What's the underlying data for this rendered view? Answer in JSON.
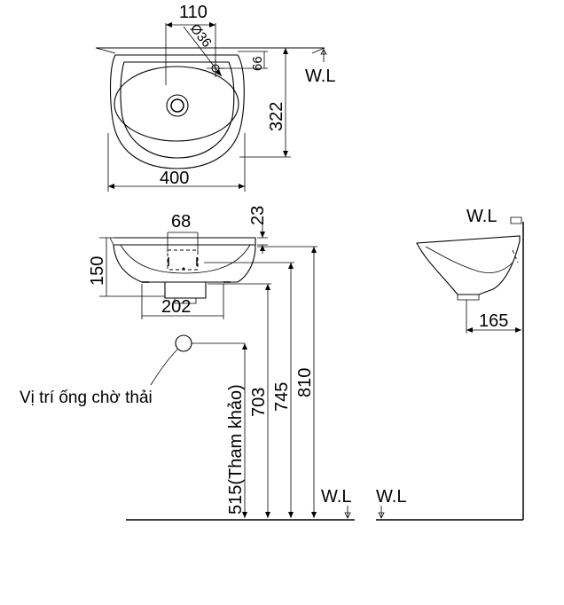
{
  "top_view": {
    "dim_tap_offset": "110",
    "dim_tap_hole": "Ø36",
    "dim_tap_depth": "66",
    "dim_depth": "322",
    "dim_width": "400",
    "wall_label": "W.L"
  },
  "front_view": {
    "dim_bracket_spacing": "68",
    "dim_rim_thickness": "23",
    "dim_bowl_height": "150",
    "dim_outlet_width": "202",
    "dim_drain_height": "703",
    "dim_bracket_height": "745",
    "dim_rim_height": "810",
    "dim_waste_ref": "515(Tham khảo)",
    "waste_label": "Vị trí ống chờ thải",
    "floor_label_left": "W.L",
    "floor_label_right": "W.L"
  },
  "side_view": {
    "wall_label": "W.L",
    "dim_projection": "165"
  }
}
